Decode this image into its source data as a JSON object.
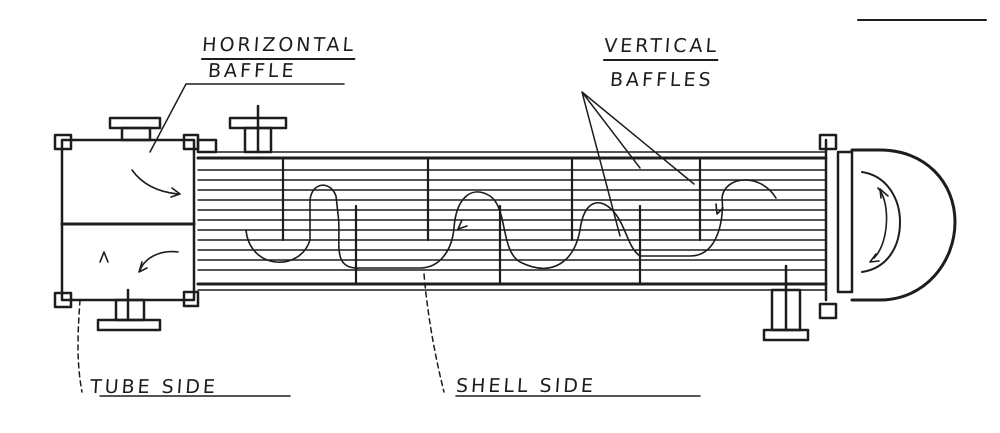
{
  "labels": {
    "horizontal_baffle_line1": "HORIZONTAL",
    "horizontal_baffle_line2": "BAFFLE",
    "vertical_baffles_line1": "VERTICAL",
    "vertical_baffles_line2": "BAFFLES",
    "tube_side": "TUBE SIDE",
    "shell_side": "SHELL SIDE"
  },
  "colors": {
    "ink": "#1d1d1d",
    "paper": "#ffffff"
  }
}
